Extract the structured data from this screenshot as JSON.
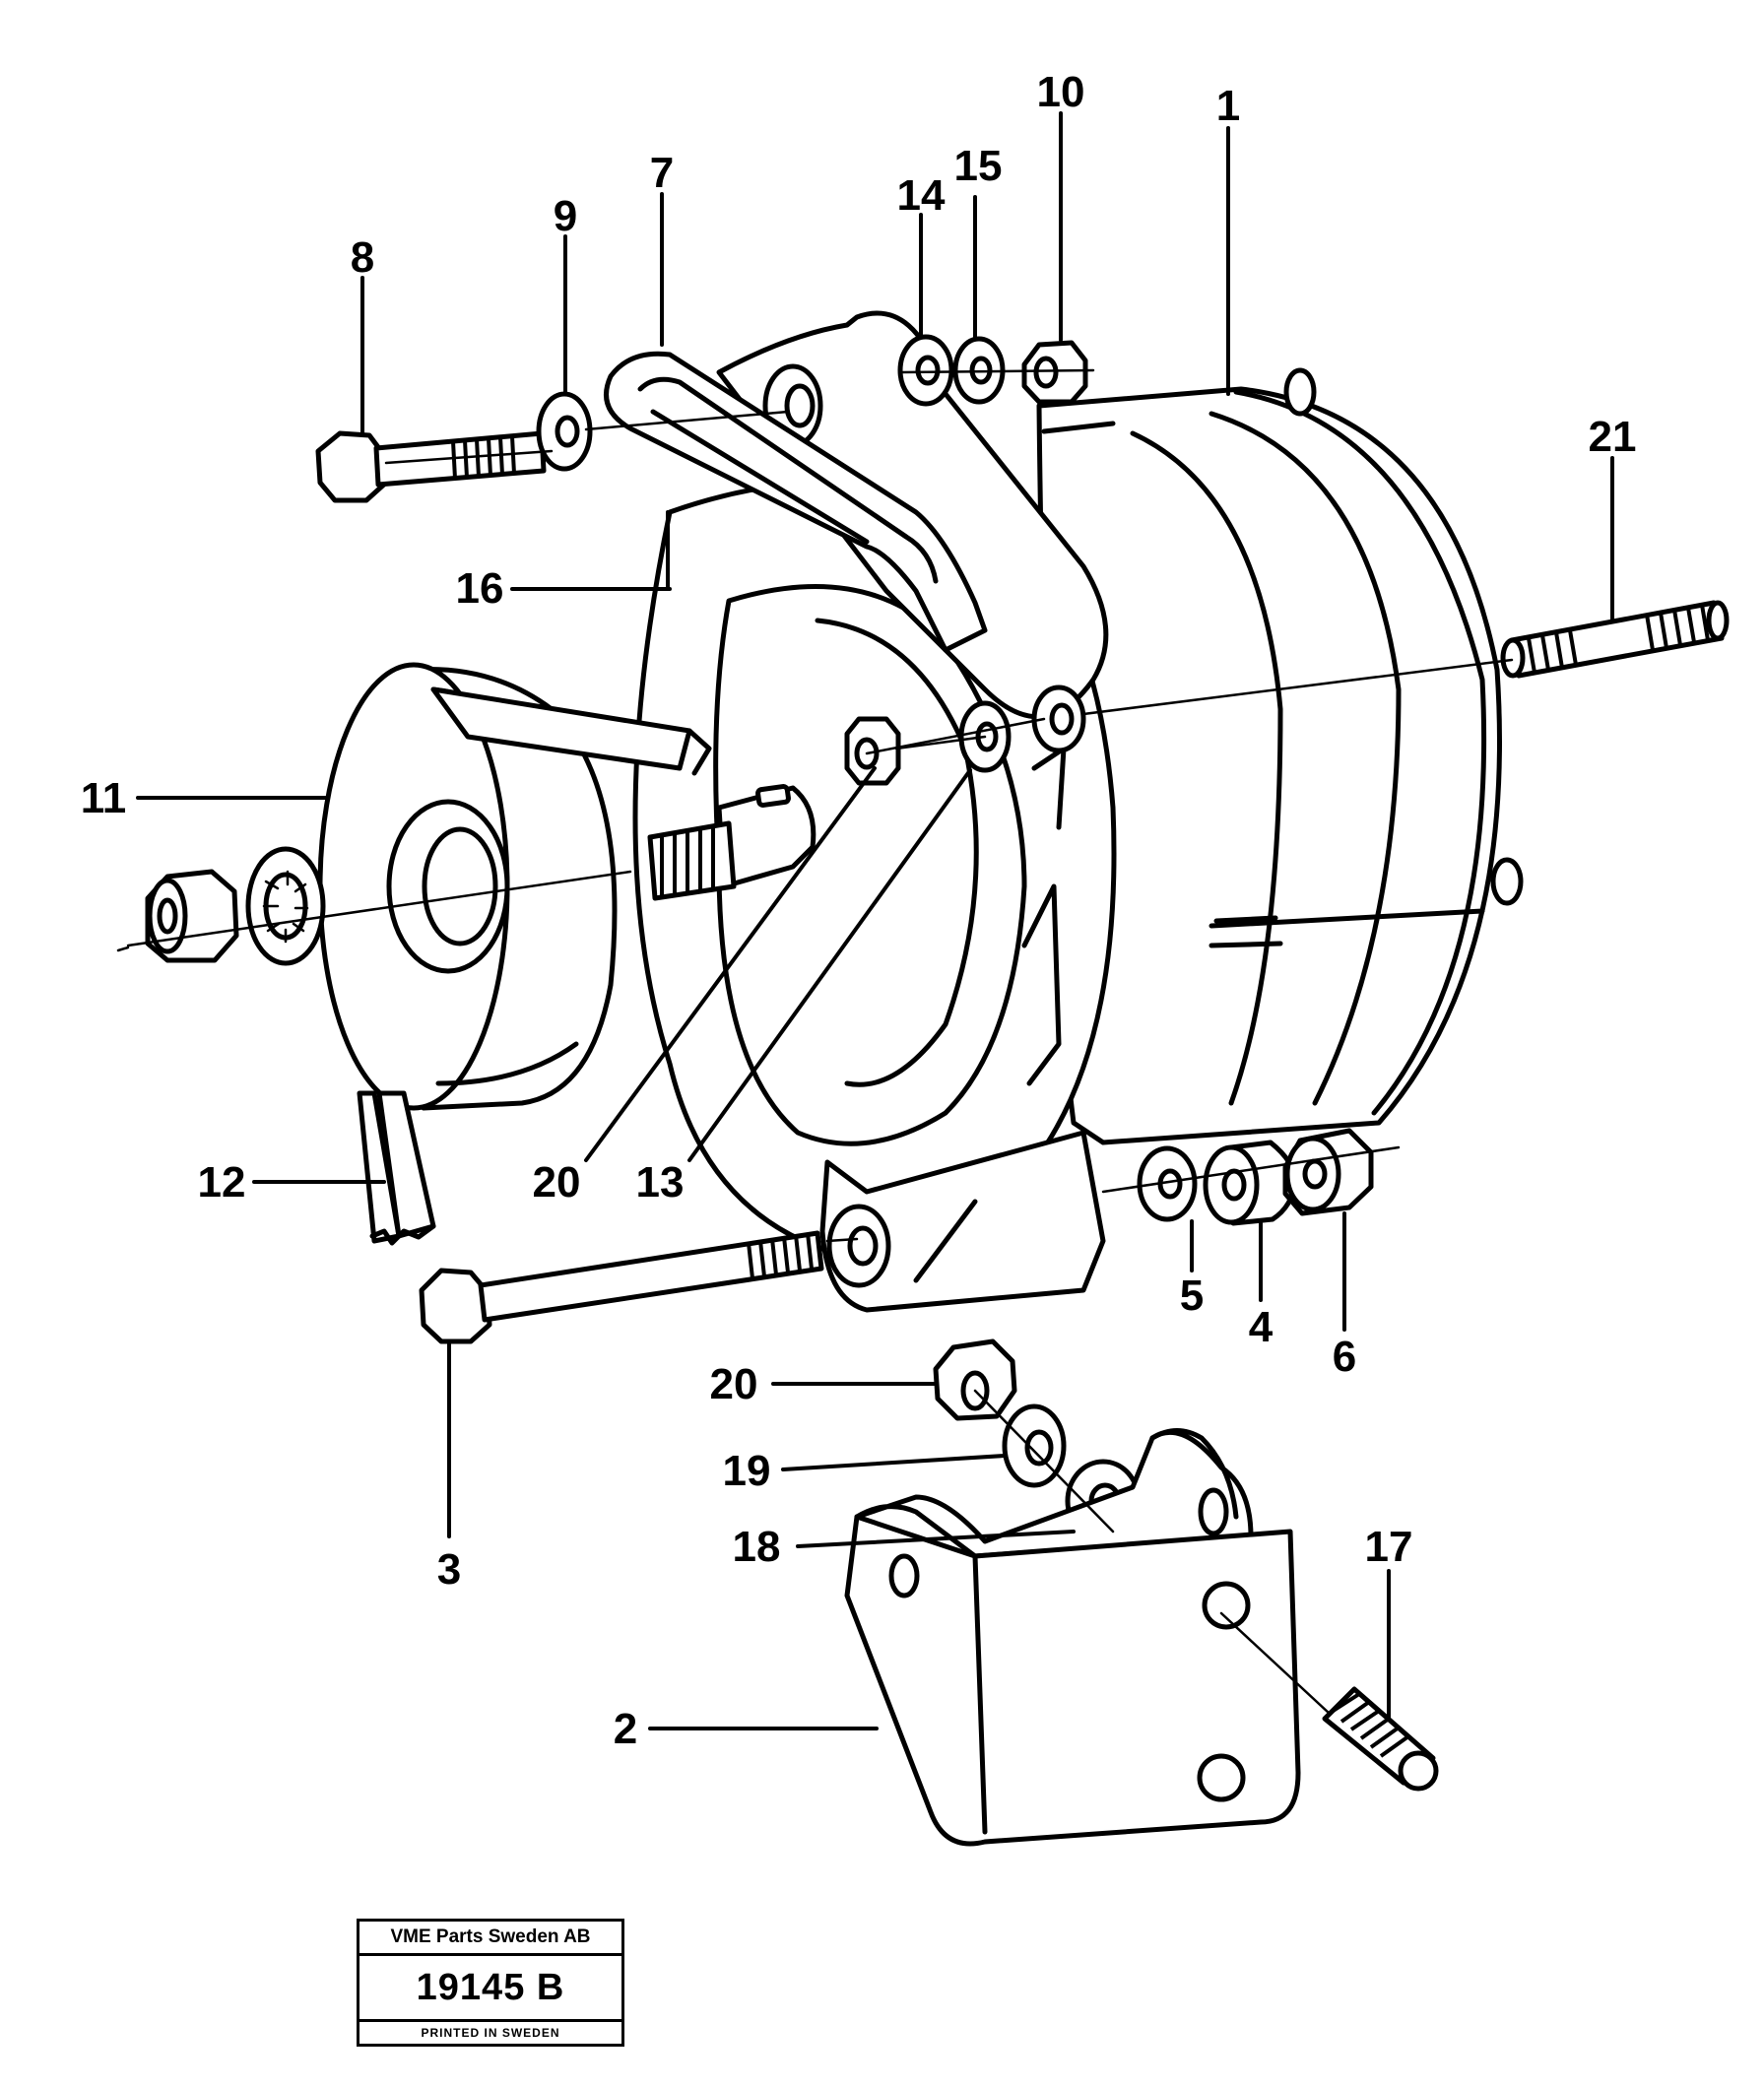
{
  "callouts": [
    {
      "id": "1",
      "text": "1"
    },
    {
      "id": "2",
      "text": "2"
    },
    {
      "id": "3",
      "text": "3"
    },
    {
      "id": "4",
      "text": "4"
    },
    {
      "id": "5",
      "text": "5"
    },
    {
      "id": "6",
      "text": "6"
    },
    {
      "id": "7",
      "text": "7"
    },
    {
      "id": "8",
      "text": "8"
    },
    {
      "id": "9",
      "text": "9"
    },
    {
      "id": "10",
      "text": "10"
    },
    {
      "id": "11",
      "text": "11"
    },
    {
      "id": "12",
      "text": "12"
    },
    {
      "id": "13",
      "text": "13"
    },
    {
      "id": "14",
      "text": "14"
    },
    {
      "id": "15",
      "text": "15"
    },
    {
      "id": "16",
      "text": "16"
    },
    {
      "id": "17",
      "text": "17"
    },
    {
      "id": "18",
      "text": "18"
    },
    {
      "id": "19",
      "text": "19"
    },
    {
      "id": "20a",
      "text": "20"
    },
    {
      "id": "20b",
      "text": "20"
    },
    {
      "id": "21",
      "text": "21"
    }
  ],
  "title_block": {
    "company": "VME Parts Sweden AB",
    "drawing_number": "19145 B",
    "footer": "PRINTED IN SWEDEN"
  }
}
